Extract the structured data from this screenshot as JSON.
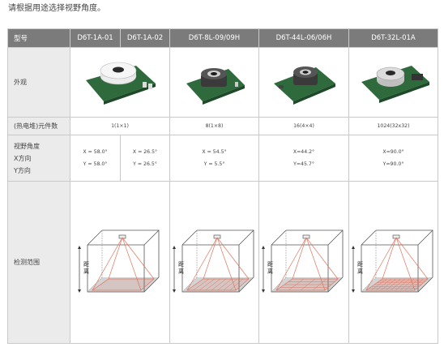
{
  "intro": "请根据用途选择视野角度。",
  "header": {
    "label": "型号",
    "models": [
      "D6T-1A-01",
      "D6T-1A-02",
      "D6T-8L-09/09H",
      "D6T-44L-06/06H",
      "D6T-32L-01A"
    ]
  },
  "rows": {
    "appearance": "外观",
    "elements": {
      "label": "(热电堆)元件数",
      "values": [
        "1(1×1)",
        "8(1×8)",
        "16(4×4)",
        "1024(32x32)"
      ]
    },
    "fov": {
      "label_lines": [
        "视野角度",
        "X方向",
        "Y方向"
      ],
      "values": [
        {
          "x": "X = 58.0°",
          "y": "Y = 58.0°"
        },
        {
          "x": "X = 26.5°",
          "y": "Y = 26.5°"
        },
        {
          "x": "X = 54.5°",
          "y": "Y = 5.5°"
        },
        {
          "x": "X=44.2°",
          "y": "Y=45.7°"
        },
        {
          "x": "X=90.0°",
          "y": "Y=90.0°"
        }
      ]
    },
    "range": {
      "label": "检测范围",
      "distance_label": [
        "距",
        "离"
      ]
    }
  },
  "colors": {
    "header_bg": "#7b7b7b",
    "label_bg": "#ebebeb",
    "beam": "#e0745f",
    "floor": "#d4d4d4",
    "board": "#2f6a3c"
  }
}
